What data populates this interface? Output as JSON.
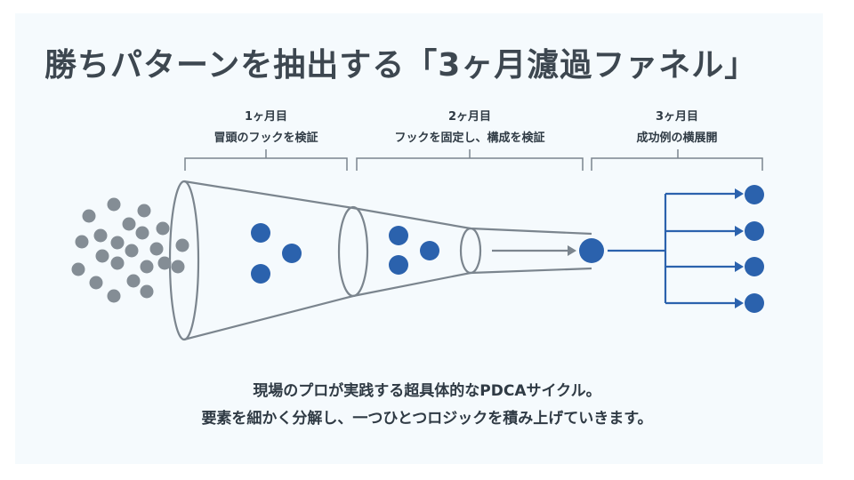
{
  "title": "勝ちパターンを抽出する「3ヶ月濾過ファネル」",
  "phases": [
    {
      "month": "1ヶ月目",
      "desc": "冒頭のフックを検証"
    },
    {
      "month": "2ヶ月目",
      "desc": "フックを固定し、構成を検証"
    },
    {
      "month": "3ヶ月目",
      "desc": "成功例の横展開"
    }
  ],
  "footer": {
    "line1": "現場のプロが実践する超具体的なPDCAサイクル。",
    "line2": "要素を細かく分解し、一つひとつロジックを積み上げていきます。"
  },
  "colors": {
    "blue": "#2b62ad",
    "gray": "#848d95",
    "line": "#7b858e"
  }
}
